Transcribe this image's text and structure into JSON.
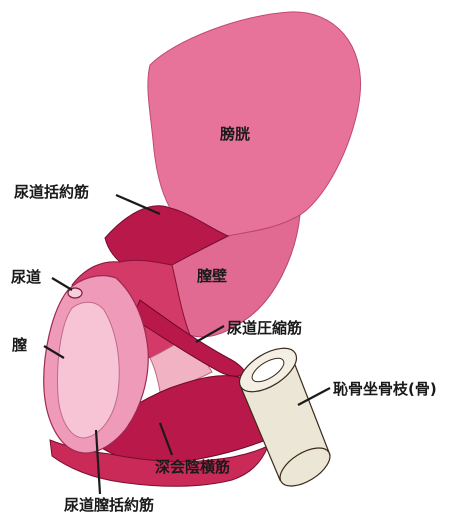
{
  "labels": {
    "bladder": "膀胱",
    "urethral_sphincter": "尿道括約筋",
    "urethra": "尿道",
    "vaginal_wall": "膣壁",
    "vagina": "膣",
    "compressor_urethrae": "尿道圧縮筋",
    "ischiopubic_ramus": "恥骨坐骨枝(骨)",
    "deep_transverse_perineal": "深会陰横筋",
    "urethrovaginal_sphincter": "尿道膣括約筋"
  },
  "colors": {
    "bladder": "#e8739a",
    "vaginal_wall": "#e06a92",
    "muscle_dark": "#b8184a",
    "muscle_mid": "#d43a68",
    "vagina_outer": "#ef9ab8",
    "vagina_inner": "#f7c4d6",
    "bone": "#ece6d6",
    "outline": "#2a1a1a",
    "label_text": "#1a1a1a"
  }
}
